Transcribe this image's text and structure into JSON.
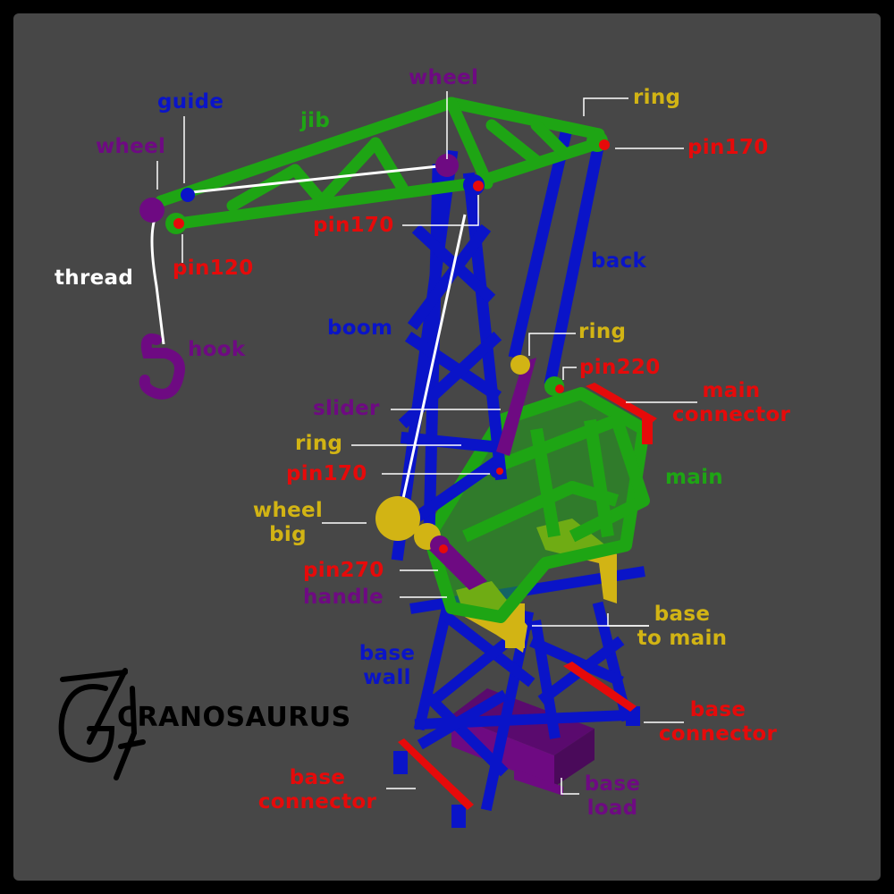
{
  "title": "CRANOSAURUS",
  "colors": {
    "blue": "#0a14c8",
    "green": "#1ea514",
    "red": "#e60a0a",
    "yellow": "#d2b414",
    "purple": "#6e0a82",
    "white": "#ffffff",
    "leader": "#ffffff",
    "background": "#474747"
  },
  "labels": {
    "wheel_top": "wheel",
    "ring_top": "ring",
    "guide": "guide",
    "jib": "jib",
    "pin170_top": "pin170",
    "wheel_left": "wheel",
    "pin170_mid": "pin170",
    "back": "back",
    "pin120": "pin120",
    "thread": "thread",
    "boom": "boom",
    "ring_mid": "ring",
    "hook": "hook",
    "pin220": "pin220",
    "main_connector": [
      "main",
      "connector"
    ],
    "slider": "slider",
    "ring_low": "ring",
    "pin170_low": "pin170",
    "main": "main",
    "wheel_big": [
      "wheel",
      "big"
    ],
    "pin270": "pin270",
    "handle": "handle",
    "base_to_main": [
      "base",
      "to main"
    ],
    "base_wall": [
      "base",
      "wall"
    ],
    "base_connector_right": [
      "base",
      "connector"
    ],
    "base_connector_left": [
      "base",
      "connector"
    ],
    "base_load": [
      "base",
      "load"
    ]
  }
}
